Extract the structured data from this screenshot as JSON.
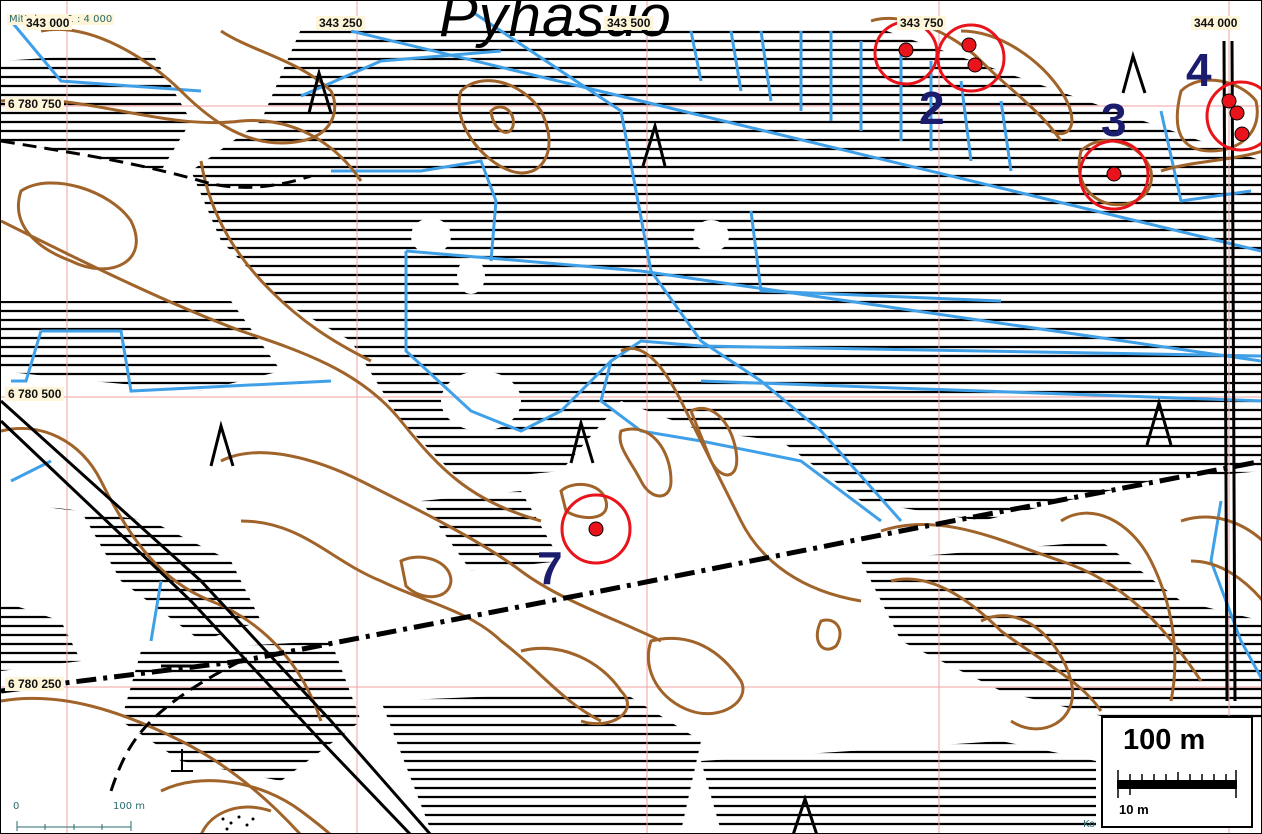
{
  "map": {
    "place_name": "Pyhäsuo",
    "scale_note": "Mittakaava 1 : 4 000",
    "easting_labels": [
      "343 000",
      "343 250",
      "343 500",
      "343 750",
      "344 000"
    ],
    "northing_labels": [
      "6 780 750",
      "6 780 500",
      "6 780 250"
    ],
    "site_numbers": [
      "2",
      "3",
      "4",
      "7"
    ],
    "scale_box": {
      "main": "100 m",
      "sub": "10 m"
    },
    "mini_scale": {
      "start": "0",
      "end": "100 m"
    },
    "corner_text": "Ko",
    "colors": {
      "contour": "#a0632a",
      "water": "#3fa0e8",
      "marsh": "#000000",
      "grid": "#f0a0a0",
      "site_ring": "#e8131b",
      "site_dot": "#e8131b",
      "site_label": "#1c1c6e"
    },
    "icons": [
      "rock-symbol-icon",
      "site-marker-icon",
      "scale-bar-icon"
    ]
  }
}
